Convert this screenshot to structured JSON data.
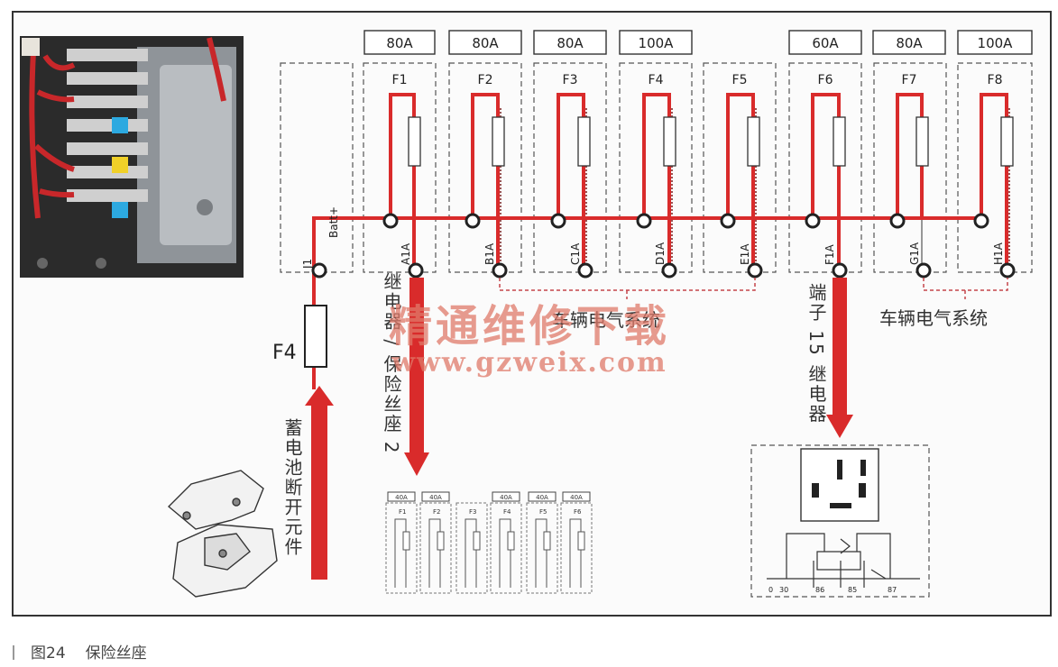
{
  "fuse_ratings": [
    "80A",
    "80A",
    "80A",
    "100A",
    "60A",
    "80A",
    "100A"
  ],
  "fuse_names": [
    "F1",
    "F2",
    "F3",
    "F4",
    "F5",
    "F6",
    "F7",
    "F8"
  ],
  "pin_labels": [
    "A1A",
    "B1A",
    "C1A",
    "D1A",
    "E1A",
    "F1A",
    "G1A",
    "H1A"
  ],
  "battery_pin": "Batt+",
  "j1_label": "J1",
  "f4_label": "F4",
  "vertical_labels": {
    "battery_switch": "蓄电池断开元件",
    "relay_holder": "继电器 / 保险丝座 2",
    "terminal15": "端子 15 继电器"
  },
  "vehicle_system_1": "车辆电气系统",
  "vehicle_system_2": "车辆电气系统",
  "watermark": {
    "cn": "精通维修下载",
    "url": "www.gzweix.com"
  },
  "caption": {
    "number": "图24",
    "title": "保险丝座"
  },
  "mini_fuse_ratings": [
    "40A",
    "40A",
    "40A",
    "40A",
    "40A"
  ],
  "mini_fuse_names": [
    "F1",
    "F2",
    "F3",
    "F4",
    "F5",
    "F6"
  ],
  "relay_pins": [
    "30",
    "86",
    "85",
    "87"
  ],
  "relay_pin_zero": "0",
  "colors": {
    "wire": "#d92b2b",
    "dashed": "#555555",
    "arrow": "#d92b2b"
  }
}
